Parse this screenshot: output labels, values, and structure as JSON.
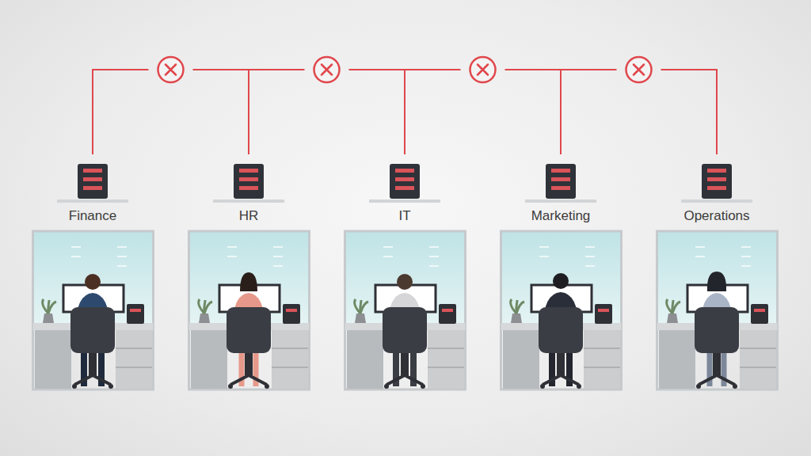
{
  "diagram": {
    "nodes": [
      {
        "text": [
          "Finance"
        ]
      },
      {
        "text": [
          "HR"
        ]
      },
      {
        "text": [
          "IT"
        ]
      },
      {
        "text": [
          "Marketing"
        ]
      },
      {
        "text": [
          "Operations"
        ]
      }
    ],
    "edges": [
      {
        "from": 0,
        "to": 1,
        "arrow": "none"
      },
      {
        "from": 1,
        "to": 2,
        "arrow": "none"
      },
      {
        "from": 2,
        "to": 3,
        "arrow": "none"
      },
      {
        "from": 3,
        "to": 4,
        "arrow": "none"
      }
    ]
  }
}
